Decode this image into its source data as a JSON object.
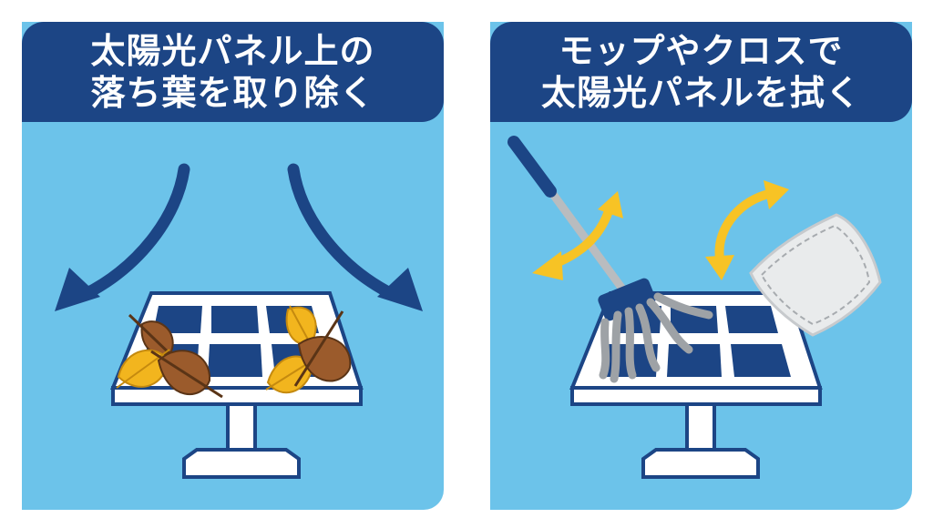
{
  "panels": [
    {
      "title_lines": [
        "太陽光パネル上の",
        "落ち葉を取り除く"
      ]
    },
    {
      "title_lines": [
        "モップやクロスで",
        "太陽光パネルを拭く"
      ]
    }
  ],
  "colors": {
    "panel_bg": "#6cc3ea",
    "header_bg": "#1c4585",
    "cell": "#1c4585",
    "frame": "#ffffff",
    "arrow_blue": "#1c4585",
    "arrow_yellow": "#f7c325",
    "leaf_brown": "#9b5b2c",
    "leaf_yellow": "#f2b51e",
    "mop_grey": "#b9bcbf",
    "cloth": "#e9ebec"
  },
  "icons": [
    "down-left-arrow-icon",
    "down-right-arrow-icon",
    "leaf-icon",
    "mop-icon",
    "cloth-icon",
    "curved-double-arrow-icon"
  ]
}
